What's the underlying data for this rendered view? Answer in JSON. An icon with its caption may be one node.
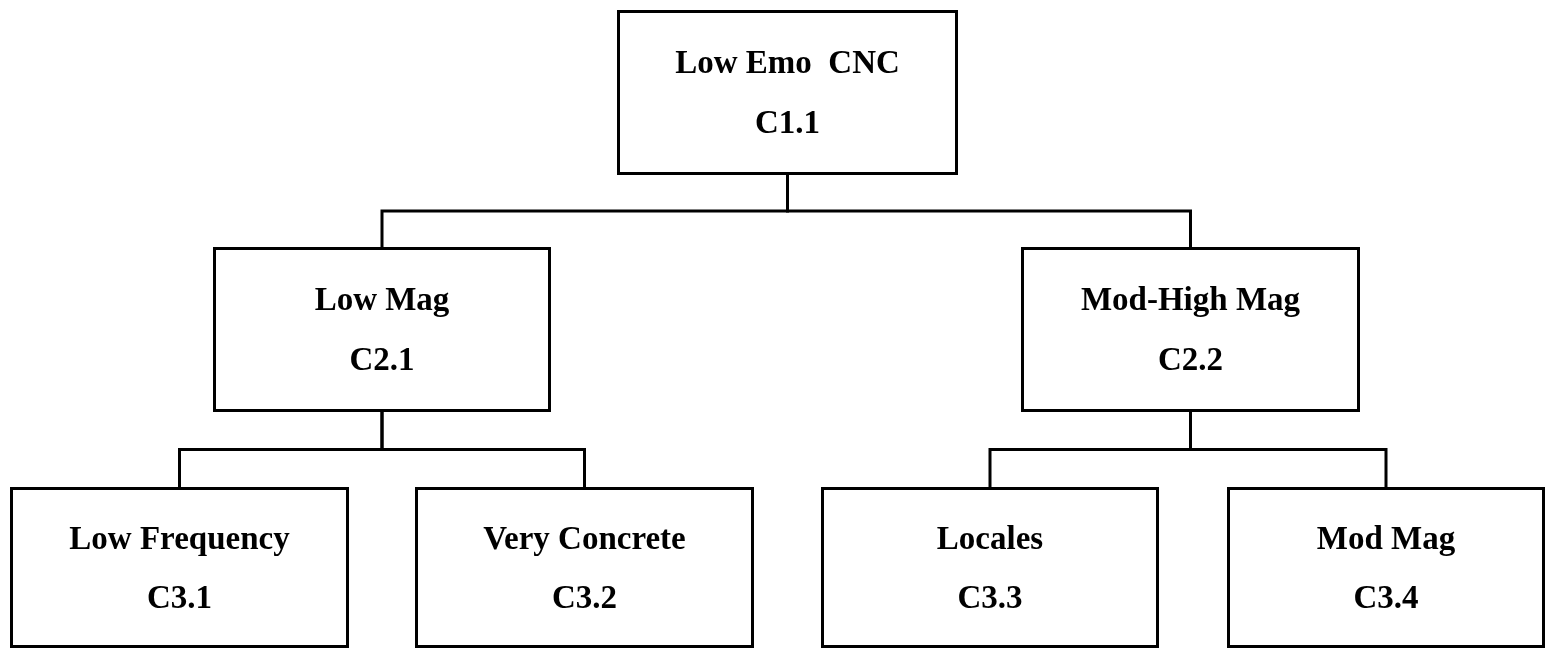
{
  "diagram": {
    "nodes": [
      {
        "text": [
          "Low Emo  CNC",
          "C1.1"
        ]
      },
      {
        "text": [
          "Low Mag",
          "C2.1"
        ]
      },
      {
        "text": [
          "Mod-High Mag",
          "C2.2"
        ]
      },
      {
        "text": [
          "Low Frequency",
          "C3.1"
        ]
      },
      {
        "text": [
          "Very Concrete",
          "C3.2"
        ]
      },
      {
        "text": [
          "Locales",
          "C3.3"
        ]
      },
      {
        "text": [
          "Mod Mag",
          "C3.4"
        ]
      }
    ],
    "edges": [
      {
        "from": 0,
        "to": 1,
        "arrow": "none"
      },
      {
        "from": 0,
        "to": 2,
        "arrow": "none"
      },
      {
        "from": 1,
        "to": 3,
        "arrow": "none"
      },
      {
        "from": 1,
        "to": 4,
        "arrow": "none"
      },
      {
        "from": 2,
        "to": 5,
        "arrow": "none"
      },
      {
        "from": 2,
        "to": 6,
        "arrow": "none"
      }
    ]
  }
}
